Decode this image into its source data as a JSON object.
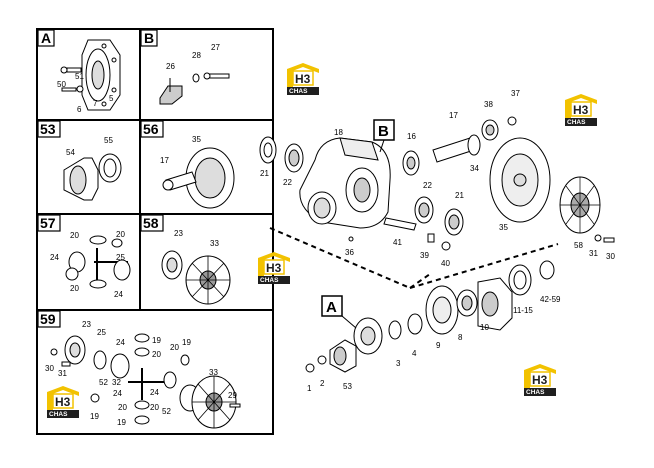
{
  "panels": [
    {
      "id": "A",
      "label": "A",
      "parts": [
        "51",
        "50",
        "6",
        "7",
        "5"
      ]
    },
    {
      "id": "B",
      "label": "B",
      "parts": [
        "26",
        "28",
        "27"
      ]
    },
    {
      "id": "53",
      "label": "53",
      "parts": [
        "54",
        "55"
      ]
    },
    {
      "id": "56",
      "label": "56",
      "parts": [
        "17",
        "35"
      ]
    },
    {
      "id": "57",
      "label": "57",
      "parts": [
        "20",
        "20",
        "24",
        "25",
        "20",
        "24"
      ]
    },
    {
      "id": "58",
      "label": "58",
      "parts": [
        "23",
        "33"
      ]
    },
    {
      "id": "59",
      "label": "59",
      "parts": [
        "23",
        "25",
        "24",
        "19",
        "20",
        "20",
        "30",
        "31",
        "52",
        "32",
        "24",
        "20",
        "52",
        "33",
        "29",
        "19",
        "20",
        "19"
      ]
    }
  ],
  "callouts": {
    "B": "B",
    "A": "A"
  },
  "main_labels": {
    "n18": "18",
    "n17": "17",
    "n38": "38",
    "n37": "37",
    "n16": "16",
    "n21a": "21",
    "n22a": "22",
    "n34": "34",
    "n22b": "22",
    "n21b": "21",
    "n35": "35",
    "n36": "36",
    "n41": "41",
    "n39": "39",
    "n40": "40",
    "n58": "58",
    "n31": "31",
    "n30": "30",
    "n4259": "42-59",
    "n1115": "11-15",
    "n10": "10",
    "n8": "8",
    "n9": "9",
    "n4": "4",
    "n3": "3",
    "n2": "2",
    "n1": "1",
    "n53": "53"
  },
  "logo": {
    "text": "CHAS",
    "mark": "H3",
    "colors": {
      "yellow": "#f2c200",
      "dark": "#1f1f1f"
    }
  },
  "colors": {
    "line": "#000000",
    "part_fill": "#ffffff",
    "shade": "#c8c8c8"
  }
}
